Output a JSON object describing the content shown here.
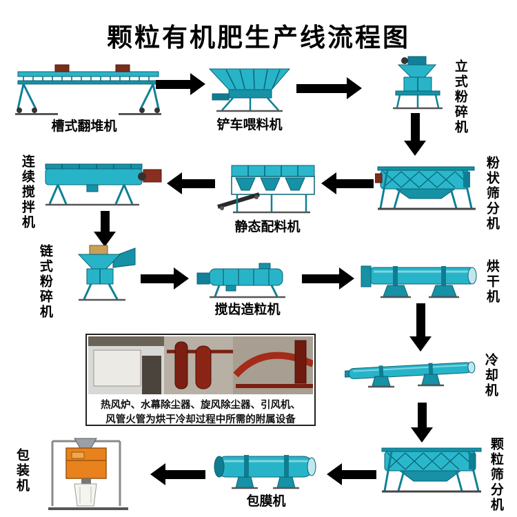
{
  "title": "颗粒有机肥生产线流程图",
  "nodes": {
    "trough_turner": {
      "label": "槽式翻堆机"
    },
    "loader_feeder": {
      "label": "铲车喂料机"
    },
    "vertical_crusher": {
      "label": "立式粉碎机"
    },
    "powder_screener": {
      "label": "粉状筛分机"
    },
    "static_batcher": {
      "label": "静态配料机"
    },
    "continuous_mixer": {
      "label": "连续搅拌机"
    },
    "chain_crusher": {
      "label": "链式粉碎机"
    },
    "paddle_granulator": {
      "label": "搅齿造粒机"
    },
    "dryer": {
      "label": "烘干机"
    },
    "cooler": {
      "label": "冷却机"
    },
    "granule_screener": {
      "label": "颗粒筛分机"
    },
    "coating_machine": {
      "label": "包膜机"
    },
    "packing_machine": {
      "label": "包装机"
    }
  },
  "inset": {
    "caption_line1": "热风炉、水幕除尘器、旋风除尘器、引风机、",
    "caption_line2": "风管火管为烘干冷却过程中所需的附属设备"
  },
  "edges": [
    {
      "from": "槽式翻堆机",
      "to": "铲车喂料机",
      "direction": "right"
    },
    {
      "from": "铲车喂料机",
      "to": "立式粉碎机",
      "direction": "right"
    },
    {
      "from": "立式粉碎机",
      "to": "粉状筛分机",
      "direction": "down"
    },
    {
      "from": "粉状筛分机",
      "to": "静态配料机",
      "direction": "left"
    },
    {
      "from": "静态配料机",
      "to": "连续搅拌机",
      "direction": "left"
    },
    {
      "from": "连续搅拌机",
      "to": "链式粉碎机",
      "direction": "down"
    },
    {
      "from": "链式粉碎机",
      "to": "搅齿造粒机",
      "direction": "right"
    },
    {
      "from": "搅齿造粒机",
      "to": "烘干机",
      "direction": "right"
    },
    {
      "from": "烘干机",
      "to": "冷却机",
      "direction": "down"
    },
    {
      "from": "冷却机",
      "to": "颗粒筛分机",
      "direction": "down"
    },
    {
      "from": "颗粒筛分机",
      "to": "包膜机",
      "direction": "left"
    },
    {
      "from": "包膜机",
      "to": "包装机",
      "direction": "left"
    }
  ],
  "colors": {
    "machine_teal": "#28b4c8",
    "machine_teal_dark": "#1691a6",
    "outline": "#0a6274",
    "arrow": "#000000",
    "packer_orange": "#e8821c",
    "inset_red": "#7a1f12"
  }
}
